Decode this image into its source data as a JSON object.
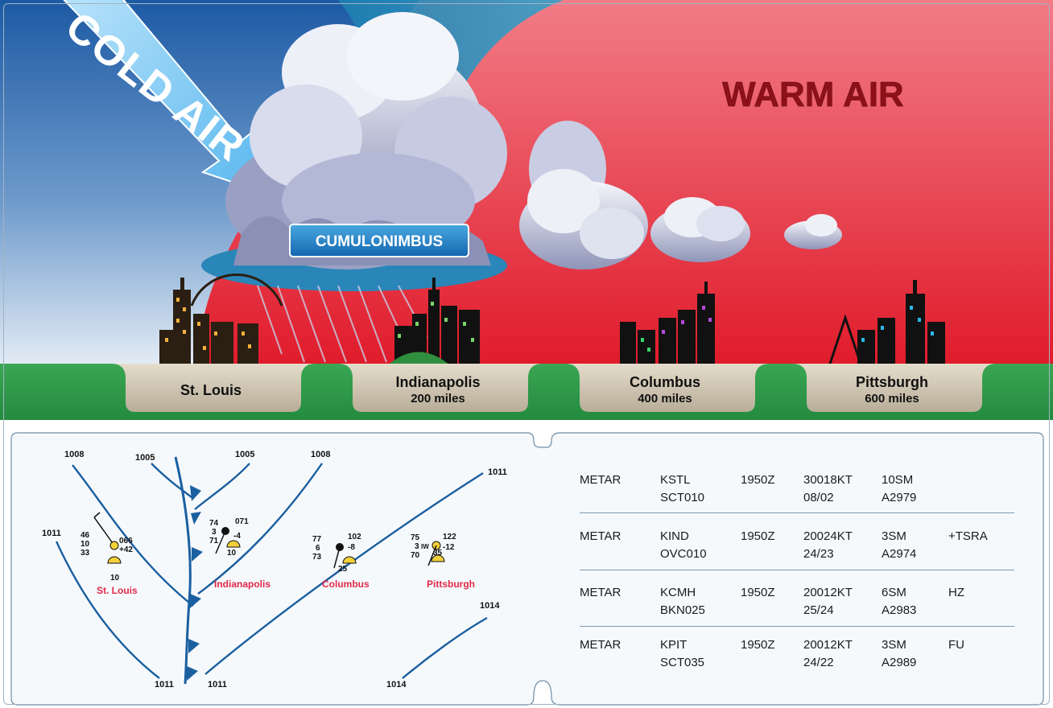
{
  "labels": {
    "cold_air": "COLD AIR",
    "warm_air": "WARM AIR",
    "cumulonimbus": "CUMULONIMBUS"
  },
  "cities": [
    {
      "name": "St. Louis",
      "distance": ""
    },
    {
      "name": "Indianapolis",
      "distance": "200 miles"
    },
    {
      "name": "Columbus",
      "distance": "400 miles"
    },
    {
      "name": "Pittsburgh",
      "distance": "600 miles"
    }
  ],
  "isobars": {
    "top_left_1008": "1008",
    "top_1005_a": "1005",
    "top_1005_b": "1005",
    "top_1008_b": "1008",
    "right_1011": "1011",
    "left_1011": "1011",
    "bottom_1011_a": "1011",
    "bottom_1011_b": "1011",
    "right_1014": "1014",
    "bottom_1014": "1014"
  },
  "station_models": {
    "stlouis": {
      "temp": "46",
      "vis": "10",
      "dew": "33",
      "pressure": "066",
      "tend": "+42",
      "cloud": "10",
      "label": "St. Louis"
    },
    "indianapolis": {
      "temp": "74",
      "vis": "3",
      "dew": "71",
      "pressure": "071",
      "tend": "-4",
      "cloud": "10",
      "label": "Indianapolis"
    },
    "columbus": {
      "temp": "77",
      "vis": "6",
      "dew": "73",
      "pressure": "102",
      "tend": "-8",
      "cloud": "25",
      "label": "Columbus"
    },
    "pittsburgh": {
      "temp": "75",
      "vis": "3",
      "dew": "70",
      "pressure": "122",
      "tend": "-12",
      "cloud": "35",
      "wx": "IW",
      "label": "Pittsburgh"
    }
  },
  "metar": [
    {
      "type": "METAR",
      "station": "KSTL",
      "time": "1950Z",
      "wind": "30018KT",
      "vis": "10SM",
      "wx": "",
      "cloud": "SCT010",
      "tempdew": "08/02",
      "alt": "A2979"
    },
    {
      "type": "METAR",
      "station": "KIND",
      "time": "1950Z",
      "wind": "20024KT",
      "vis": "3SM",
      "wx": "+TSRA",
      "cloud": "OVC010",
      "tempdew": "24/23",
      "alt": "A2974"
    },
    {
      "type": "METAR",
      "station": "KCMH",
      "time": "1950Z",
      "wind": "20012KT",
      "vis": "6SM",
      "wx": "HZ",
      "cloud": "BKN025",
      "tempdew": "25/24",
      "alt": "A2983"
    },
    {
      "type": "METAR",
      "station": "KPIT",
      "time": "1950Z",
      "wind": "20012KT",
      "vis": "3SM",
      "wx": "FU",
      "cloud": "SCT035",
      "tempdew": "24/22",
      "alt": "A2989"
    }
  ],
  "colors": {
    "cold_air": "#1b5fa6",
    "warm_air": "#e21f2c",
    "ground": "#2e9b4a",
    "isobar": "#1a5fa0",
    "city_label": "#e0294a"
  }
}
